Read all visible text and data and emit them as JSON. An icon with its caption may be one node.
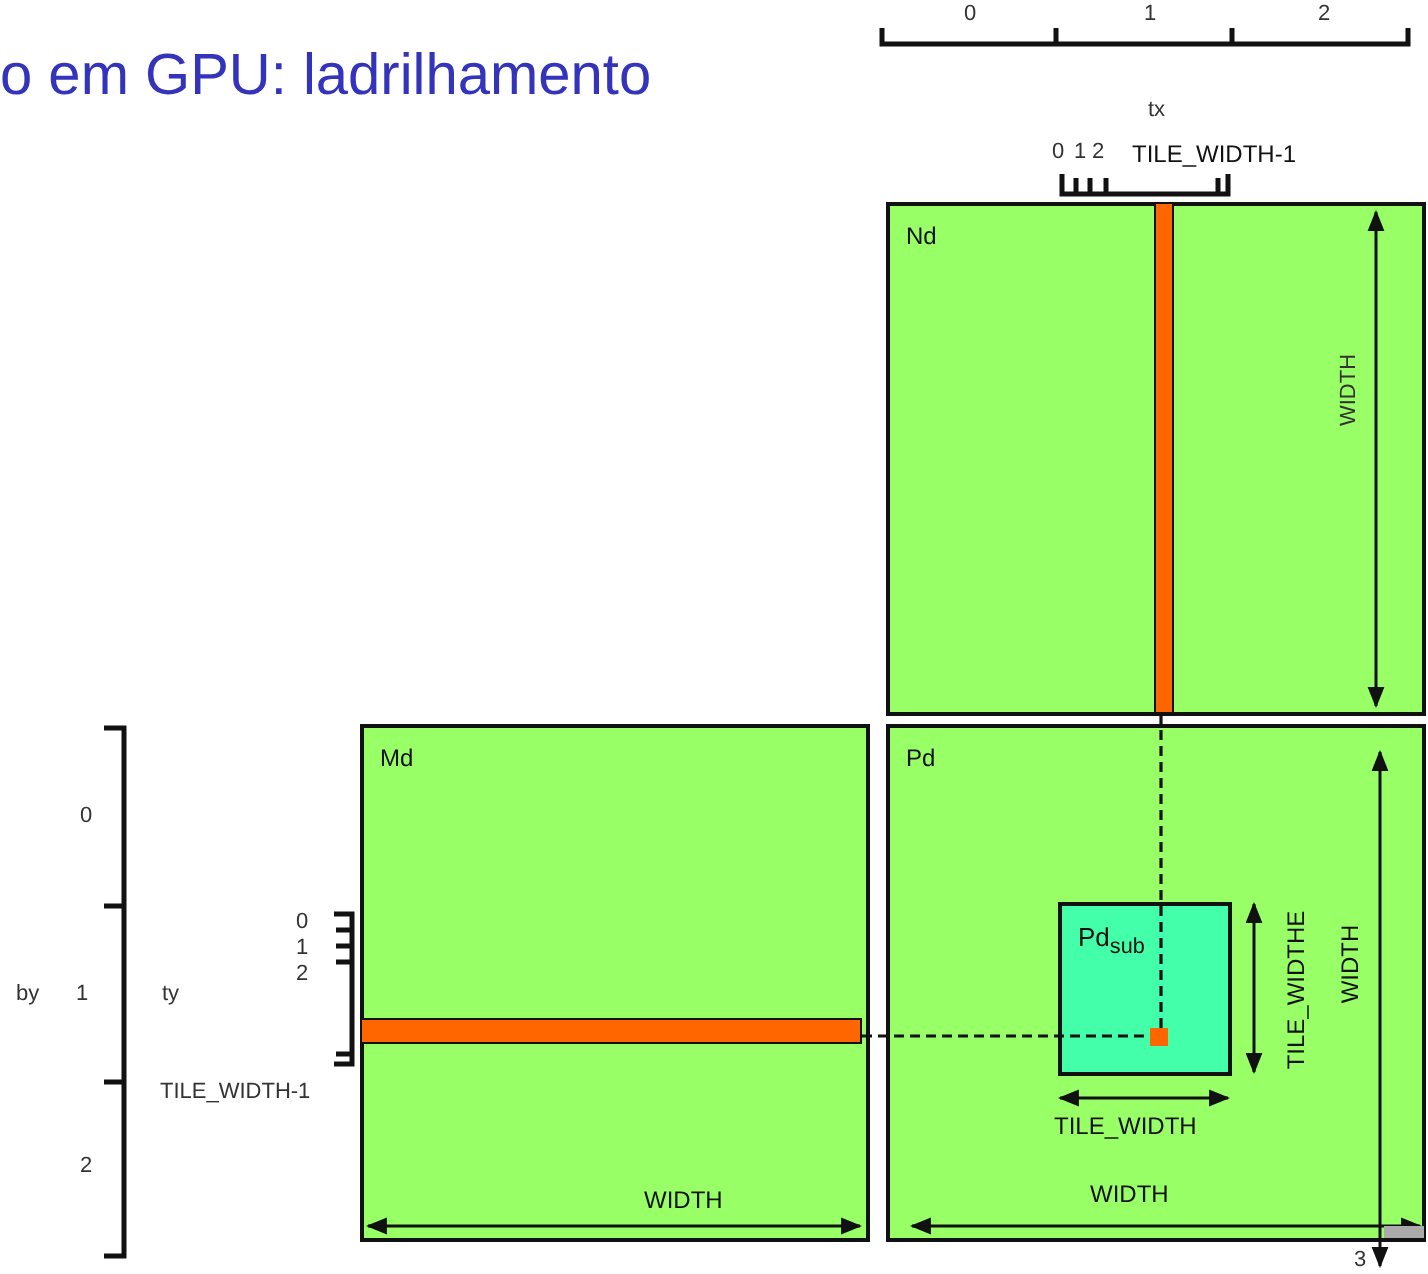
{
  "diagram": {
    "title": "o em GPU: ladrilhamento",
    "nodes": [
      {
        "text": [
          "Nd"
        ]
      },
      {
        "text": [],
        "shape": "bar",
        "in": 0
      },
      {
        "text": [
          "Md"
        ]
      },
      {
        "text": [],
        "shape": "bar",
        "in": 2
      },
      {
        "text": [
          "Pd"
        ]
      },
      {
        "text": [
          "Pd$_{sub}$"
        ],
        "in": 4
      },
      {
        "text": [],
        "shape": "box",
        "in": 5
      }
    ],
    "edges": [
      {
        "from": 1,
        "to": 6,
        "arrow": "none",
        "style": "dashed"
      },
      {
        "from": 3,
        "to": 6,
        "arrow": "none",
        "style": "dashed"
      }
    ],
    "labels": [
      "0",
      "1",
      "2",
      "tx",
      "0",
      "1",
      "2",
      "TILE_WIDTH-1",
      "WIDTH",
      "0",
      "0",
      "1",
      "2",
      "by",
      "1",
      "ty",
      "TILE_WIDTH-1",
      "TILE_WIDTHE",
      "WIDTH",
      "TILE_WIDTH",
      "2",
      "WIDTH",
      "WIDTH",
      "3"
    ]
  }
}
